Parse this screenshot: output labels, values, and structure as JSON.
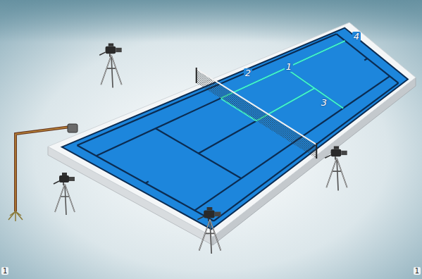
{
  "diagram": {
    "labels": [
      "4",
      "2",
      "1",
      "3",
      "1",
      "1"
    ]
  }
}
